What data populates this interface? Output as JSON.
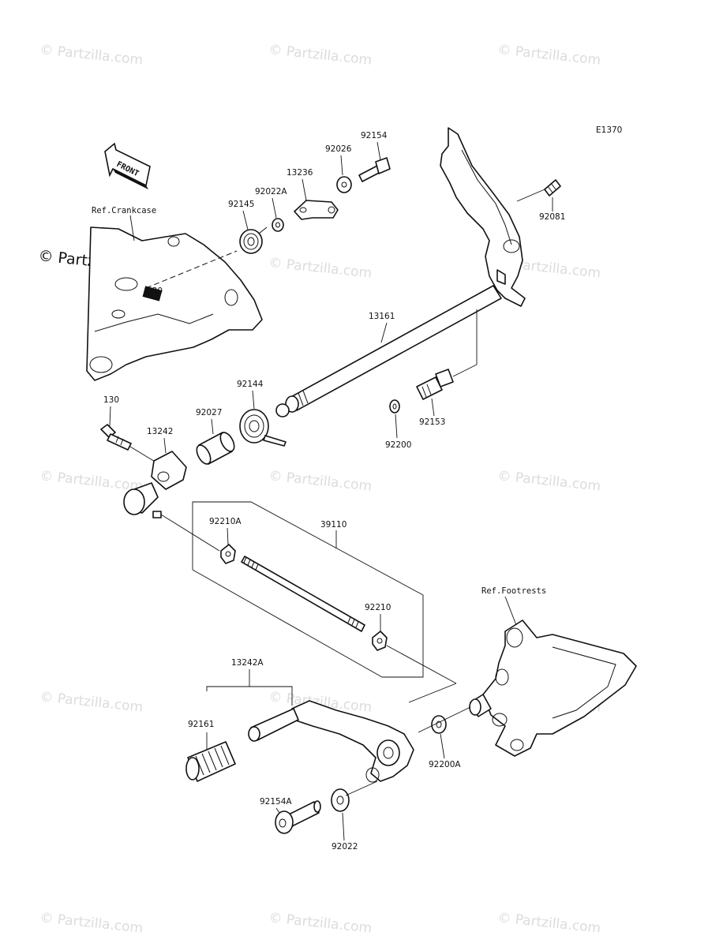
{
  "diagram_code": "E1370",
  "watermark_text": "© Partzilla.com",
  "front_arrow_label": "FRONT",
  "refs": {
    "crankcase": "Ref.Crankcase",
    "footrests": "Ref.Footrests"
  },
  "parts": [
    {
      "id": "p-92154",
      "label": "92154"
    },
    {
      "id": "p-92026",
      "label": "92026"
    },
    {
      "id": "p-13236",
      "label": "13236"
    },
    {
      "id": "p-92022A",
      "label": "92022A"
    },
    {
      "id": "p-92145",
      "label": "92145"
    },
    {
      "id": "p-92081",
      "label": "92081"
    },
    {
      "id": "p-13161",
      "label": "13161"
    },
    {
      "id": "p-92144",
      "label": "92144"
    },
    {
      "id": "p-92027",
      "label": "92027"
    },
    {
      "id": "p-130",
      "label": "130"
    },
    {
      "id": "p-13242",
      "label": "13242"
    },
    {
      "id": "p-92200",
      "label": "92200"
    },
    {
      "id": "p-92153",
      "label": "92153"
    },
    {
      "id": "p-92210A",
      "label": "92210A"
    },
    {
      "id": "p-39110",
      "label": "39110"
    },
    {
      "id": "p-92210",
      "label": "92210"
    },
    {
      "id": "p-13242A",
      "label": "13242A"
    },
    {
      "id": "p-92161",
      "label": "92161"
    },
    {
      "id": "p-92200A",
      "label": "92200A"
    },
    {
      "id": "p-92154A",
      "label": "92154A"
    },
    {
      "id": "p-92022",
      "label": "92022"
    },
    {
      "id": "p-130-crankcase",
      "label": "130"
    }
  ]
}
